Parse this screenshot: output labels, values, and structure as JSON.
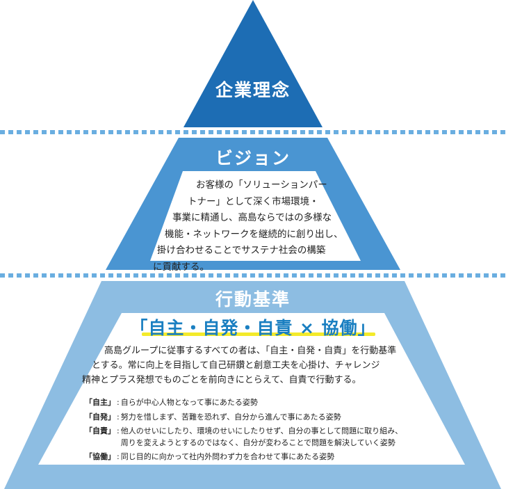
{
  "colors": {
    "philosophy": "#1d6db4",
    "vision": "#4a95d2",
    "standards": "#8dbde2",
    "dots": "#6aaee0",
    "accent": "#1a7fc1",
    "highlight": "#f3ea2a"
  },
  "philosophy": {
    "title": "企業理念"
  },
  "vision": {
    "title": "ビジョン",
    "lines": [
      "お客様の「ソリューションパー",
      "トナー」として深く市場環境・",
      "事業に精通し、高島ならではの多様な",
      "機能・ネットワークを継続的に創り出し、",
      "掛け合わせることでサステナ社会の構築",
      "に貢献する。"
    ]
  },
  "standards": {
    "title": "行動基準",
    "motto": "「自主・自発・自責 × 協働」",
    "lines": [
      "高島グループに従事するすべての者は、「自主・自発・自責」を行動基準",
      "とする。常に向上を目指して自己研鑽と創意工夫を心掛け、チャレンジ",
      "精神とプラス発想でものごとを前向きにとらえて、自責で行動する。"
    ],
    "definitions": [
      {
        "term": "「自主」",
        "text": [
          "自らが中心人物となって事にあたる姿勢"
        ]
      },
      {
        "term": "「自発」",
        "text": [
          "努力を惜しまず、苦難を恐れず、自分から進んで事にあたる姿勢"
        ]
      },
      {
        "term": "「自責」",
        "text": [
          "他人のせいにしたり、環境のせいにしたりせず、自分の事として問題に取り組み、",
          "周りを変えようとするのではなく、自分が変わることで問題を解決していく姿勢"
        ]
      },
      {
        "term": "「協働」",
        "text": [
          "同じ目的に向かって社内外問わず力を合わせて事にあたる姿勢"
        ]
      }
    ]
  }
}
